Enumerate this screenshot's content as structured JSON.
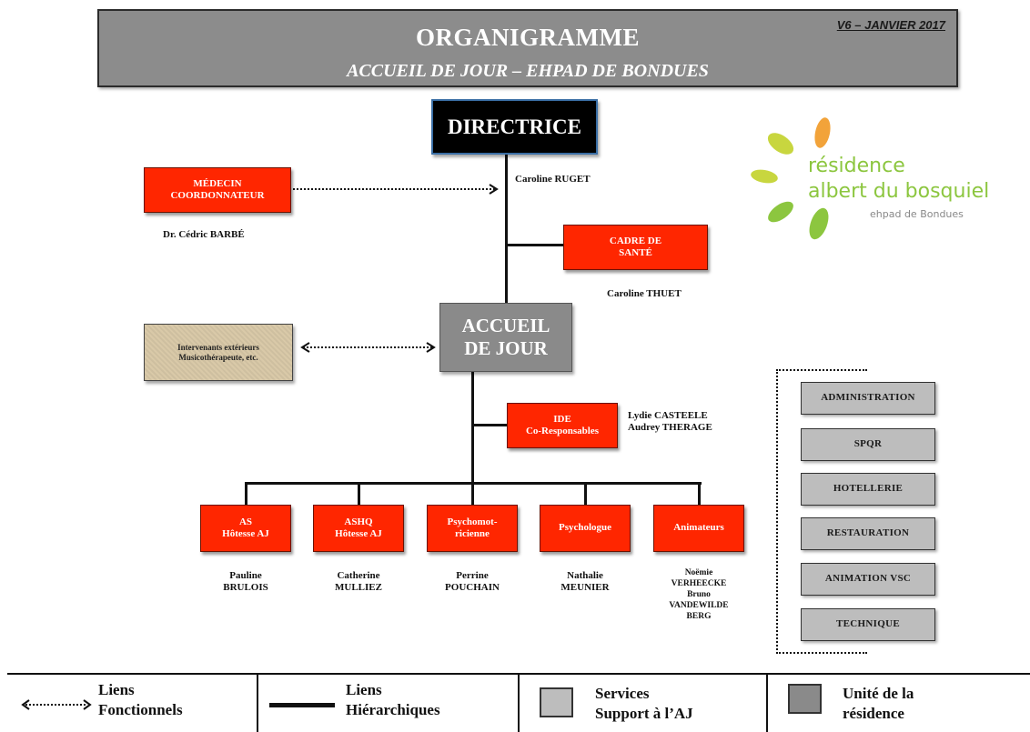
{
  "header": {
    "title": "ORGANIGRAMME",
    "subtitle": "ACCUEIL DE JOUR – EHPAD DE BONDUES",
    "version": "V6 – JANVIER 2017"
  },
  "directrice": {
    "label": "DIRECTRICE",
    "name": "Caroline RUGET"
  },
  "medecin": {
    "line1": "MÉDECIN",
    "line2": "COORDONNATEUR",
    "name": "Dr. Cédric BARBÉ"
  },
  "cadre": {
    "line1": "CADRE DE",
    "line2": "SANTÉ",
    "name": "Caroline THUET"
  },
  "accueil": {
    "line1": "ACCUEIL",
    "line2": "DE JOUR"
  },
  "intervenants": {
    "line1": "Intervenants extérieurs",
    "line2": "Musicothérapeute, etc."
  },
  "ide": {
    "line1": "IDE",
    "line2": "Co-Responsables",
    "name1": "Lydie CASTEELE",
    "name2": "Audrey THERAGE"
  },
  "teams": [
    {
      "line1": "AS",
      "line2": "Hôtesse AJ",
      "names": [
        "Pauline",
        "BRULOIS"
      ]
    },
    {
      "line1": "ASHQ",
      "line2": "Hôtesse AJ",
      "names": [
        "Catherine",
        "MULLIEZ"
      ]
    },
    {
      "line1": "Psychomot-",
      "line2": "ricienne",
      "names": [
        "Perrine",
        "POUCHAIN"
      ]
    },
    {
      "line1": "Psychologue",
      "line2": "",
      "names": [
        "Nathalie",
        "MEUNIER"
      ]
    },
    {
      "line1": "Animateurs",
      "line2": "",
      "names": [
        "Noëmie",
        "VERHEECKE",
        "Bruno",
        "VANDEWILDE",
        "BERG"
      ]
    }
  ],
  "services": [
    "ADMINISTRATION",
    "SPQR",
    "HOTELLERIE",
    "RESTAURATION",
    "ANIMATION VSC",
    "TECHNIQUE"
  ],
  "logo": {
    "line1": "résidence",
    "line2": "albert du bosquiel",
    "line3_prefix": "ehpad de ",
    "line3_name": "Bondues"
  },
  "legend": {
    "fonctionnels_1": "Liens",
    "fonctionnels_2": "Fonctionnels",
    "hierarchiques_1": "Liens",
    "hierarchiques_2": "Hiérarchiques",
    "services_1": "Services",
    "services_2": "Support à l’AJ",
    "unite_1": "Unité de la",
    "unite_2": "résidence"
  },
  "colors": {
    "red_box": "#ff2600",
    "header_gray": "#8c8c8c",
    "service_gray": "#bdbdbd",
    "logo_green": "#8cc63f",
    "logo_orange": "#f2a33a"
  }
}
